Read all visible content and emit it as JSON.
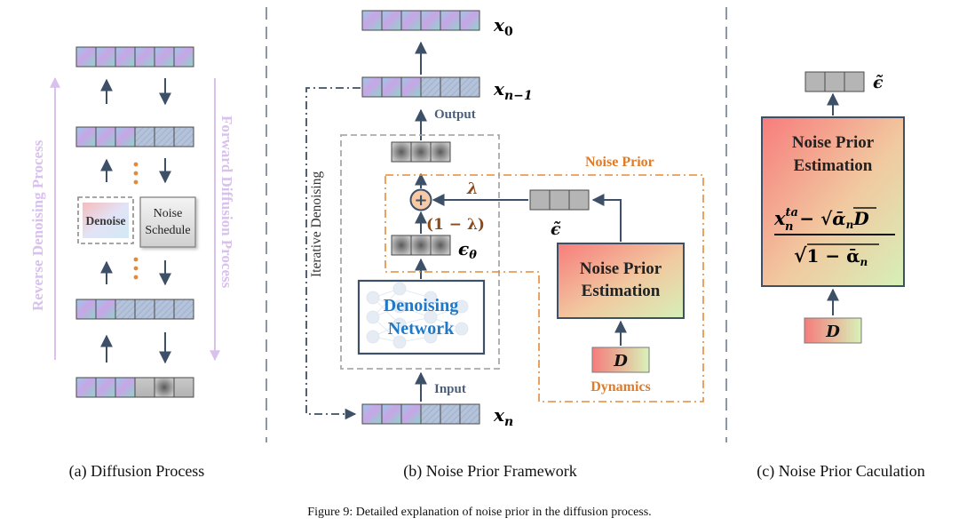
{
  "panel_a": {
    "left_arrow_label": "Reverse Denoising Process",
    "right_arrow_label": "Forward Diffusion Process",
    "denoise_label": "Denoise",
    "noise_schedule_label": [
      "Noise",
      "Schedule"
    ],
    "caption": "(a) Diffusion Process"
  },
  "panel_b": {
    "x0": "x",
    "x0_sub": "0",
    "xn1": "x",
    "xn1_sub": "n−1",
    "xn": "x",
    "xn_sub": "n",
    "output_label": "Output",
    "input_label": "Input",
    "iterative_label": "Iterative Denoising",
    "lambda_label": "λ",
    "one_minus_lambda_label": "(1 − λ)",
    "eps_theta": "ϵ",
    "eps_theta_sub": "θ",
    "eps_tilde": "ϵ̃",
    "noise_prior_label": "Noise Prior",
    "estimation_label": [
      "Noise Prior",
      "Estimation"
    ],
    "denoising_network_label": [
      "Denoising",
      "Network"
    ],
    "d_label": "D",
    "dynamics_label": "Dynamics",
    "caption": "(b) Noise Prior Framework"
  },
  "panel_c": {
    "eps_tilde": "ϵ̃",
    "title": [
      "Noise Prior",
      "Estimation"
    ],
    "numerator_x": "x",
    "numerator_sup": "ta",
    "numerator_sub": "n",
    "numerator_rest": " − √",
    "alpha": "ᾱ",
    "alpha_sub": "n",
    "numerator_d": "D",
    "denominator": "√",
    "denominator_rest": "1 − ᾱ",
    "denominator_sub": "n",
    "d_label": "D",
    "caption": "(c) Noise Prior Caculation"
  },
  "figure_caption": "Figure 9: Detailed explanation of noise prior in the diffusion process.",
  "colors": {
    "arrow": "#3d5068",
    "lavender": "#d9c1ee",
    "orange": "#e68a3a",
    "orange_text": "#e07b28",
    "brown": "#8a4a1a",
    "blue_text": "#1f78c8",
    "dashed_gray": "#a9a9a9",
    "divider": "#6d7d96"
  }
}
